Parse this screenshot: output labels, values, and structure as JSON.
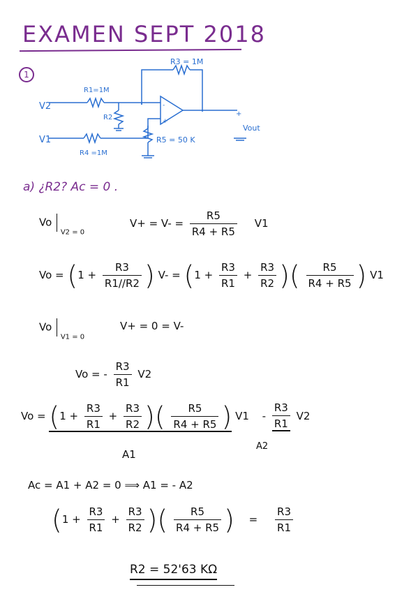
{
  "header": {
    "title": "EXAMEN SEPT 2018",
    "problem_number": "1"
  },
  "circuit": {
    "r3_label": "R3 = 1M",
    "r1_label": "R1=1M",
    "r2_label": "R2",
    "r4_label": "R4 =1M",
    "r5_label": "R5 = 50 K",
    "v2_label": "V2",
    "v1_label": "V1",
    "vout_label": "Vout",
    "plus_sign": "+",
    "minus_sign": "-"
  },
  "part_a": {
    "question": "a) ¿R2?   Ac = 0 .",
    "vo_cond_v2": "V2 = 0",
    "vo_sym": "Vo",
    "vplus_eq": "V+ = V- =",
    "r5": "R5",
    "r4r5": "R4 + R5",
    "v1": "V1",
    "vo_eq": "Vo =",
    "one_plus": "1 +",
    "r3": "R3",
    "r1r2par": "R1//R2",
    "vminus_eq": "V- =",
    "r1": "R1",
    "plus": "+",
    "r2": "R2",
    "vo_cond_v1": "V1 = 0",
    "vplus_zero": "V+ = 0 = V-",
    "vo_neg": "Vo = -",
    "v2": "V2",
    "minus": "-",
    "a1": "A1",
    "a2": "A2",
    "ac_eq": "Ac = A1 + A2 = 0  ⟹  A1 = - A2",
    "equals": "=",
    "result": "R2 = 52'63 KΩ"
  }
}
